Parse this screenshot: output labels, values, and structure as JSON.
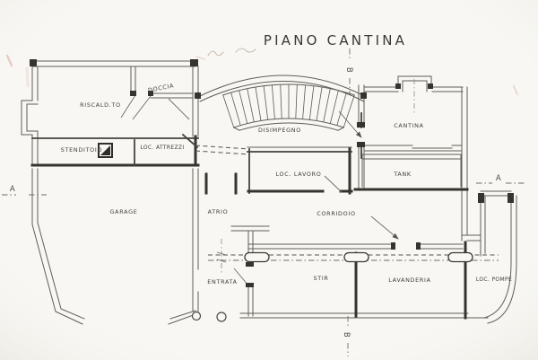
{
  "title": "PIANO CANTINA",
  "rooms": {
    "riscaldato": "RISCALD.TO",
    "doccia": "DOCCIA",
    "stenditoio": "STENDITOIO",
    "loc_attrezzi": "LOC. ATTREZZI",
    "disimpegno": "DISIMPEGNO",
    "cantina": "CANTINA",
    "tank": "TANK",
    "loc_lavoro": "LOC. LAVORO",
    "garage": "GARAGE",
    "atrio": "ATRIO",
    "corridoio": "CORRIDOIO",
    "entrata": "ENTRATA",
    "stir": "STIR",
    "lavanderia": "LAVANDERIA",
    "loc_pompe": "LOC. POMPE"
  },
  "section_markers": {
    "a_left": "A",
    "a_right": "A",
    "b_top": "B",
    "b_bottom": "B"
  },
  "colors": {
    "paper": "#f8f7f3",
    "ink": "#45443f",
    "ink_dark": "#35342f",
    "ink_light": "#8b8a84"
  }
}
